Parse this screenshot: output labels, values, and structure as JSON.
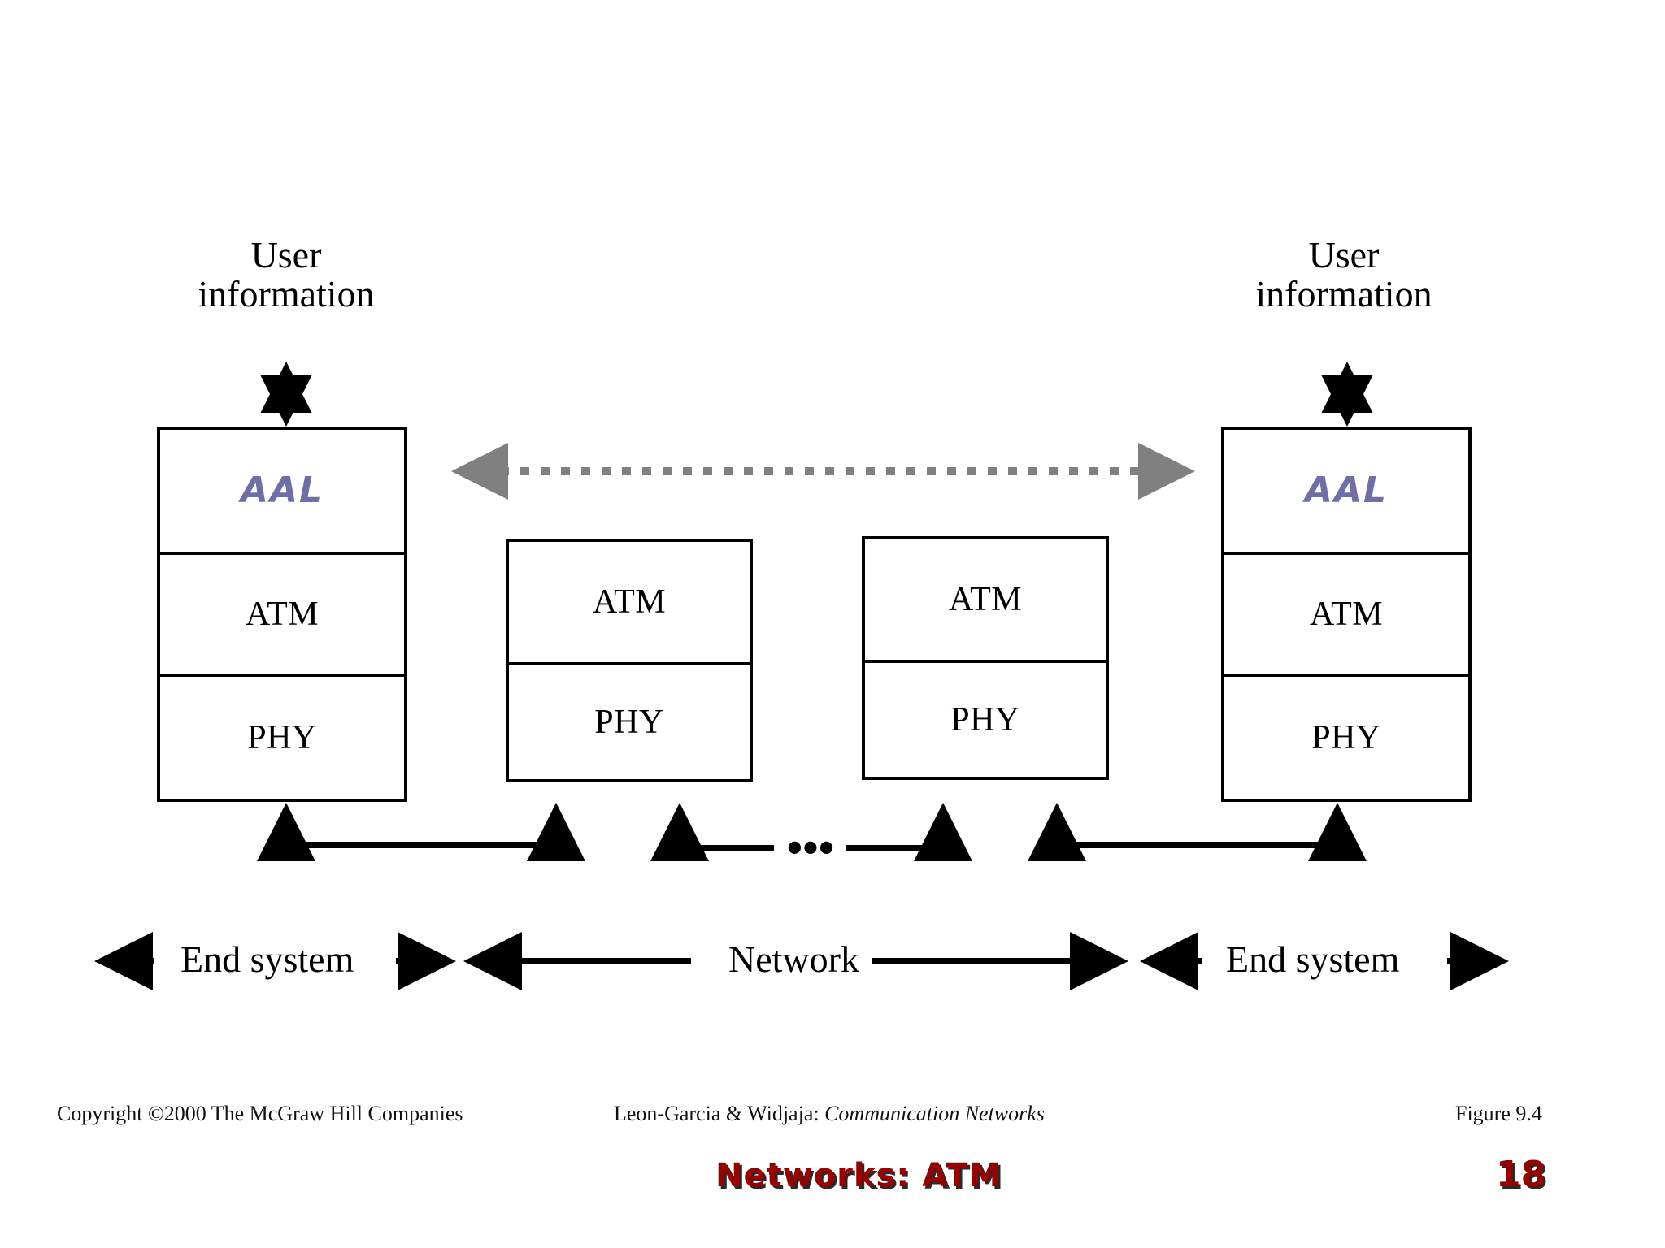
{
  "slide": {
    "title": "Networks: ATM",
    "number": "18",
    "figure_label": "Figure 9.4"
  },
  "footer": {
    "copyright": "Copyright ©2000 The McGraw Hill Companies",
    "authors": "Leon-Garcia & Widjaja:",
    "book_title": "Communication Networks"
  },
  "diagram": {
    "user_information_left": "User\ninformation",
    "user_information_right": "User\ninformation",
    "ellipsis": "•••",
    "stacks": [
      {
        "id": "end-system-left",
        "layers": [
          {
            "label": "AAL",
            "style": "aal"
          },
          {
            "label": "ATM",
            "style": "plain"
          },
          {
            "label": "PHY",
            "style": "plain"
          }
        ]
      },
      {
        "id": "network-switch-1",
        "layers": [
          {
            "label": "ATM",
            "style": "plain"
          },
          {
            "label": "PHY",
            "style": "plain"
          }
        ]
      },
      {
        "id": "network-switch-2",
        "layers": [
          {
            "label": "ATM",
            "style": "plain"
          },
          {
            "label": "PHY",
            "style": "plain"
          }
        ]
      },
      {
        "id": "end-system-right",
        "layers": [
          {
            "label": "AAL",
            "style": "aal"
          },
          {
            "label": "ATM",
            "style": "plain"
          },
          {
            "label": "PHY",
            "style": "plain"
          }
        ]
      }
    ],
    "regions": [
      {
        "label": "End system"
      },
      {
        "label": "Network"
      },
      {
        "label": "End system"
      }
    ]
  },
  "colors": {
    "aal_text": "#6f6fa8",
    "title_red": "#9b0000",
    "dotted_arrow_gray": "#808080",
    "line_black": "#000000"
  }
}
